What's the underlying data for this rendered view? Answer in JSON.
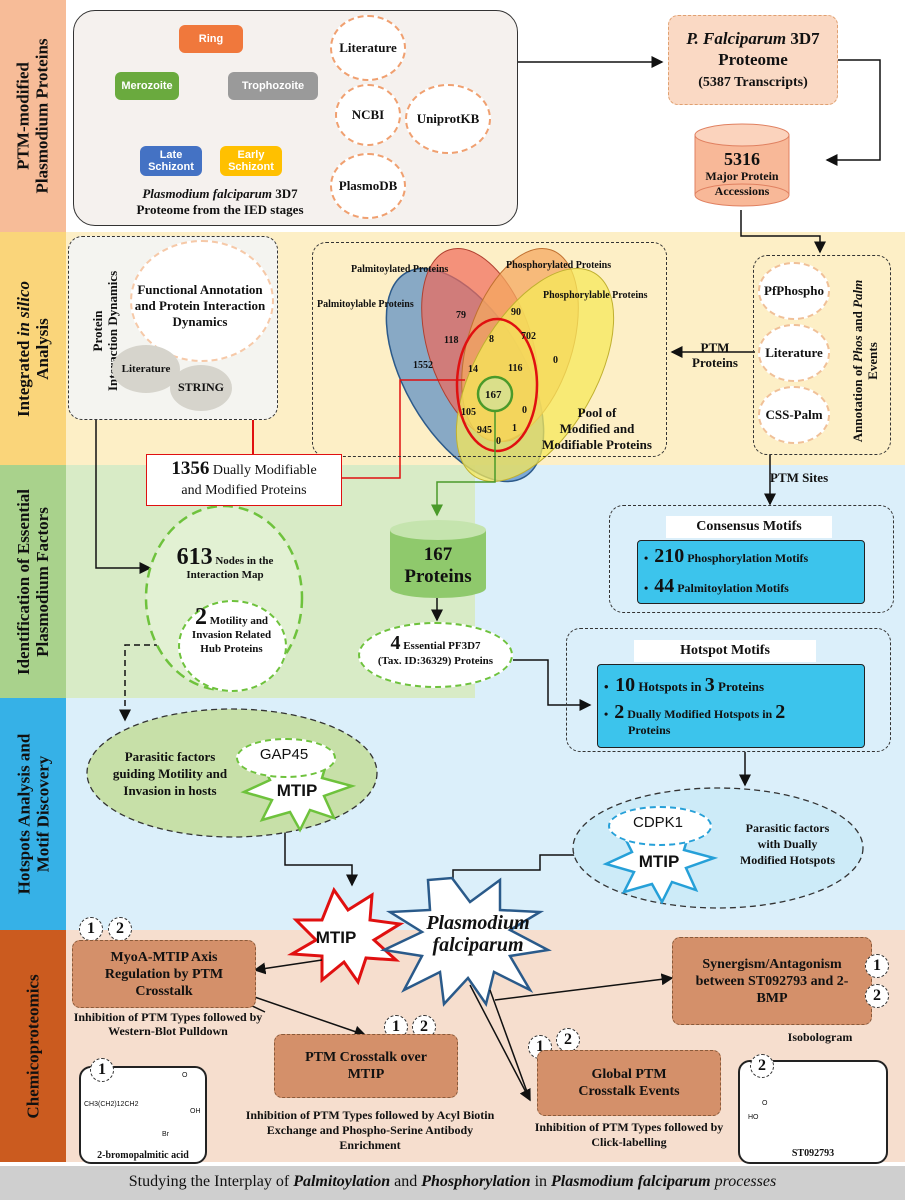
{
  "sections": {
    "s1": "PTM-modified\nPlasmodium Proteins",
    "s2_a": "Integrated ",
    "s2_b": "in silico",
    "s2_c": "Analysis",
    "s3": "Identification of Essential\nPlasmodium Factors",
    "s4": "Hotspots Analysis and\nMotif Discovery",
    "s5": "Chemicoproteomics"
  },
  "stages": {
    "ring": "Ring",
    "merozoite": "Merozoite",
    "trophozoite": "Trophozoite",
    "late_schizont": "Late Schizont",
    "early_schizont": "Early Schizont",
    "caption_italic": "Plasmodium falciparum",
    "caption_rest": " 3D7",
    "caption_line2": "Proteome from the IED stages"
  },
  "databases": {
    "literature": "Literature",
    "ncbi": "NCBI",
    "uniprot": "UniprotKB",
    "plasmodb": "PlasmoDB"
  },
  "proteome": {
    "title_italic": "P. Falciparum",
    "title_rest": " 3D7",
    "line2": "Proteome",
    "line3": "(5387 Transcripts)"
  },
  "accessions": {
    "count": "5316",
    "label": "Major Protein Accessions"
  },
  "interaction": {
    "side_label": "Protein\nInteraction Dynamics",
    "title": "Functional Annotation and Protein Interaction Dynamics",
    "literature": "Literature",
    "string": "STRING"
  },
  "venn": {
    "palmitoylated": "Palmitoylated Proteins",
    "phosphorylated": "Phosphorylated Proteins",
    "phosphorylable": "Phosphorylable Proteins",
    "palmitoylable": "Palmitoylable Proteins",
    "n79": "79",
    "n90": "90",
    "n118": "118",
    "n8": "8",
    "n702": "702",
    "n1552": "1552",
    "n14": "14",
    "n116": "116",
    "n0a": "0",
    "n167": "167",
    "n105": "105",
    "n945": "945",
    "n1": "1",
    "n0b": "0",
    "n0c": "0",
    "pool_line1": "Pool of",
    "pool_line2": "Modified and",
    "pool_line3": "Modifiable Proteins"
  },
  "annotation": {
    "pfphospho": "PfPhospho",
    "literature": "Literature",
    "csspalm": "CSS-Palm",
    "side_a": "Annotation of ",
    "side_b": "Phos",
    "side_c": " and ",
    "side_d": "Palm",
    "side_e": " Events"
  },
  "ptm_proteins": "PTM\nProteins",
  "ptm_sites": "PTM Sites",
  "dual": {
    "count": "1356",
    "line1": " Dually Modifiable",
    "line2": "and Modified Proteins"
  },
  "proteins167": {
    "count": "167",
    "label": "Proteins"
  },
  "nodes": {
    "count": "613",
    "label1": " Nodes in the",
    "label2": "Interaction Map"
  },
  "hubs": {
    "count": "2",
    "label1": " Motility and",
    "label2": "Invasion Related",
    "label3": "Hub Proteins"
  },
  "essential": {
    "count": "4",
    "label1": " Essential PF3D7",
    "label2": "(Tax. ID:36329) Proteins"
  },
  "consensus": {
    "title": "Consensus Motifs",
    "n210": "210",
    "phos": " Phosphorylation Motifs",
    "n44": "44",
    "palm": " Palmitoylation Motifs"
  },
  "hotspot": {
    "title": "Hotspot Motifs",
    "n10": "10",
    "mid": " Hotspots in ",
    "n3": "3",
    "proteins": " Proteins",
    "n2": "2",
    "dual": " Dually Modified Hotspots in ",
    "n2b": "2",
    "proteins2": "Proteins"
  },
  "motility": {
    "line1": "Parasitic factors",
    "line2": "guiding Motility and",
    "line3": "Invasion in hosts",
    "gap45": "GAP45",
    "mtip": "MTIP"
  },
  "dually_hot": {
    "line1": "Parasitic factors",
    "line2": "with Dually",
    "line3": "Modified Hotspots",
    "cdpk1": "CDPK1",
    "mtip": "MTIP"
  },
  "center": {
    "mtip": "MTIP",
    "pf1": "Plasmodium",
    "pf2": "falciparum"
  },
  "chemo": {
    "myoa": "MyoA-MTIP Axis Regulation by PTM Crosstalk",
    "myoa_sub": "Inhibition of PTM Types followed by Western-Blot Pulldown",
    "crosstalk": "PTM Crosstalk over MTIP",
    "crosstalk_sub": "Inhibition of PTM Types followed by Acyl Biotin Exchange and Phospho-Serine Antibody Enrichment",
    "global": "Global PTM Crosstalk Events",
    "global_sub": "Inhibition of PTM Types followed by Click-labelling",
    "synergy": "Synergism/Antagonism between ST092793 and 2-BMP",
    "synergy_sub": "Isobologram",
    "mol1_name": "2-bromopalmitic acid",
    "mol1_chain": "CH3(CH2)12CH2",
    "mol1_oh": "OH",
    "mol1_o": "O",
    "mol1_br": "Br",
    "mol2_name": "ST092793",
    "mol2_ho": "HO",
    "mol2_o": "O",
    "one": "1",
    "two": "2"
  },
  "footer": {
    "a": "Studying the Interplay of ",
    "b": "Palmitoylation",
    "c": " and ",
    "d": "Phosphorylation",
    "e": " in ",
    "f": "Plasmodium falciparum",
    "g": " processes"
  },
  "colors": {
    "band1": "#f9d9c6",
    "band2": "#fdeec2",
    "band3": "#c8e3b2",
    "band4": "#d7eefa",
    "band5": "#f5dccb",
    "ring": "#f0783c",
    "merozoite": "#6aaa3e",
    "trophozoite": "#9a9a9a",
    "late": "#4472c4",
    "early": "#ffc000",
    "label1": "#f5b893",
    "label2": "#f9d77a",
    "label3": "#a7d08a",
    "label4": "#34b0e8",
    "label5": "#cc5a1e"
  }
}
